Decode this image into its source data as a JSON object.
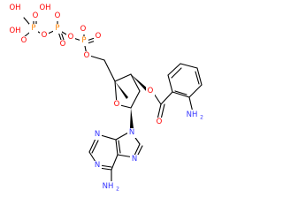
{
  "colors": {
    "oxygen": "#ff0000",
    "phosphorus": "#ff8000",
    "nitrogen": "#3333ff",
    "carbon_bond": "#000000"
  },
  "atoms": {
    "oh_1": "OH",
    "oh_2": "OH",
    "oh_3": "OH",
    "o_p1_top": "O",
    "o_p2_top": "O",
    "o_bridge_1": "O",
    "o_bridge_2": "O",
    "o_p3_top": "O",
    "p_1": "P",
    "p_2": "P",
    "p_3": "P",
    "o_p1_bottom": "O",
    "o_p2_bottom": "O",
    "o_5prime": "O",
    "o_ring": "O",
    "o_3prime": "O",
    "o_carbonyl": "O",
    "nh2_anthranilate": "NH",
    "nh2_anthranilate_sub": "2",
    "n9": "N",
    "n7": "N",
    "n3": "N",
    "n1": "N",
    "nh2_adenine": "NH",
    "nh2_adenine_sub": "2"
  }
}
